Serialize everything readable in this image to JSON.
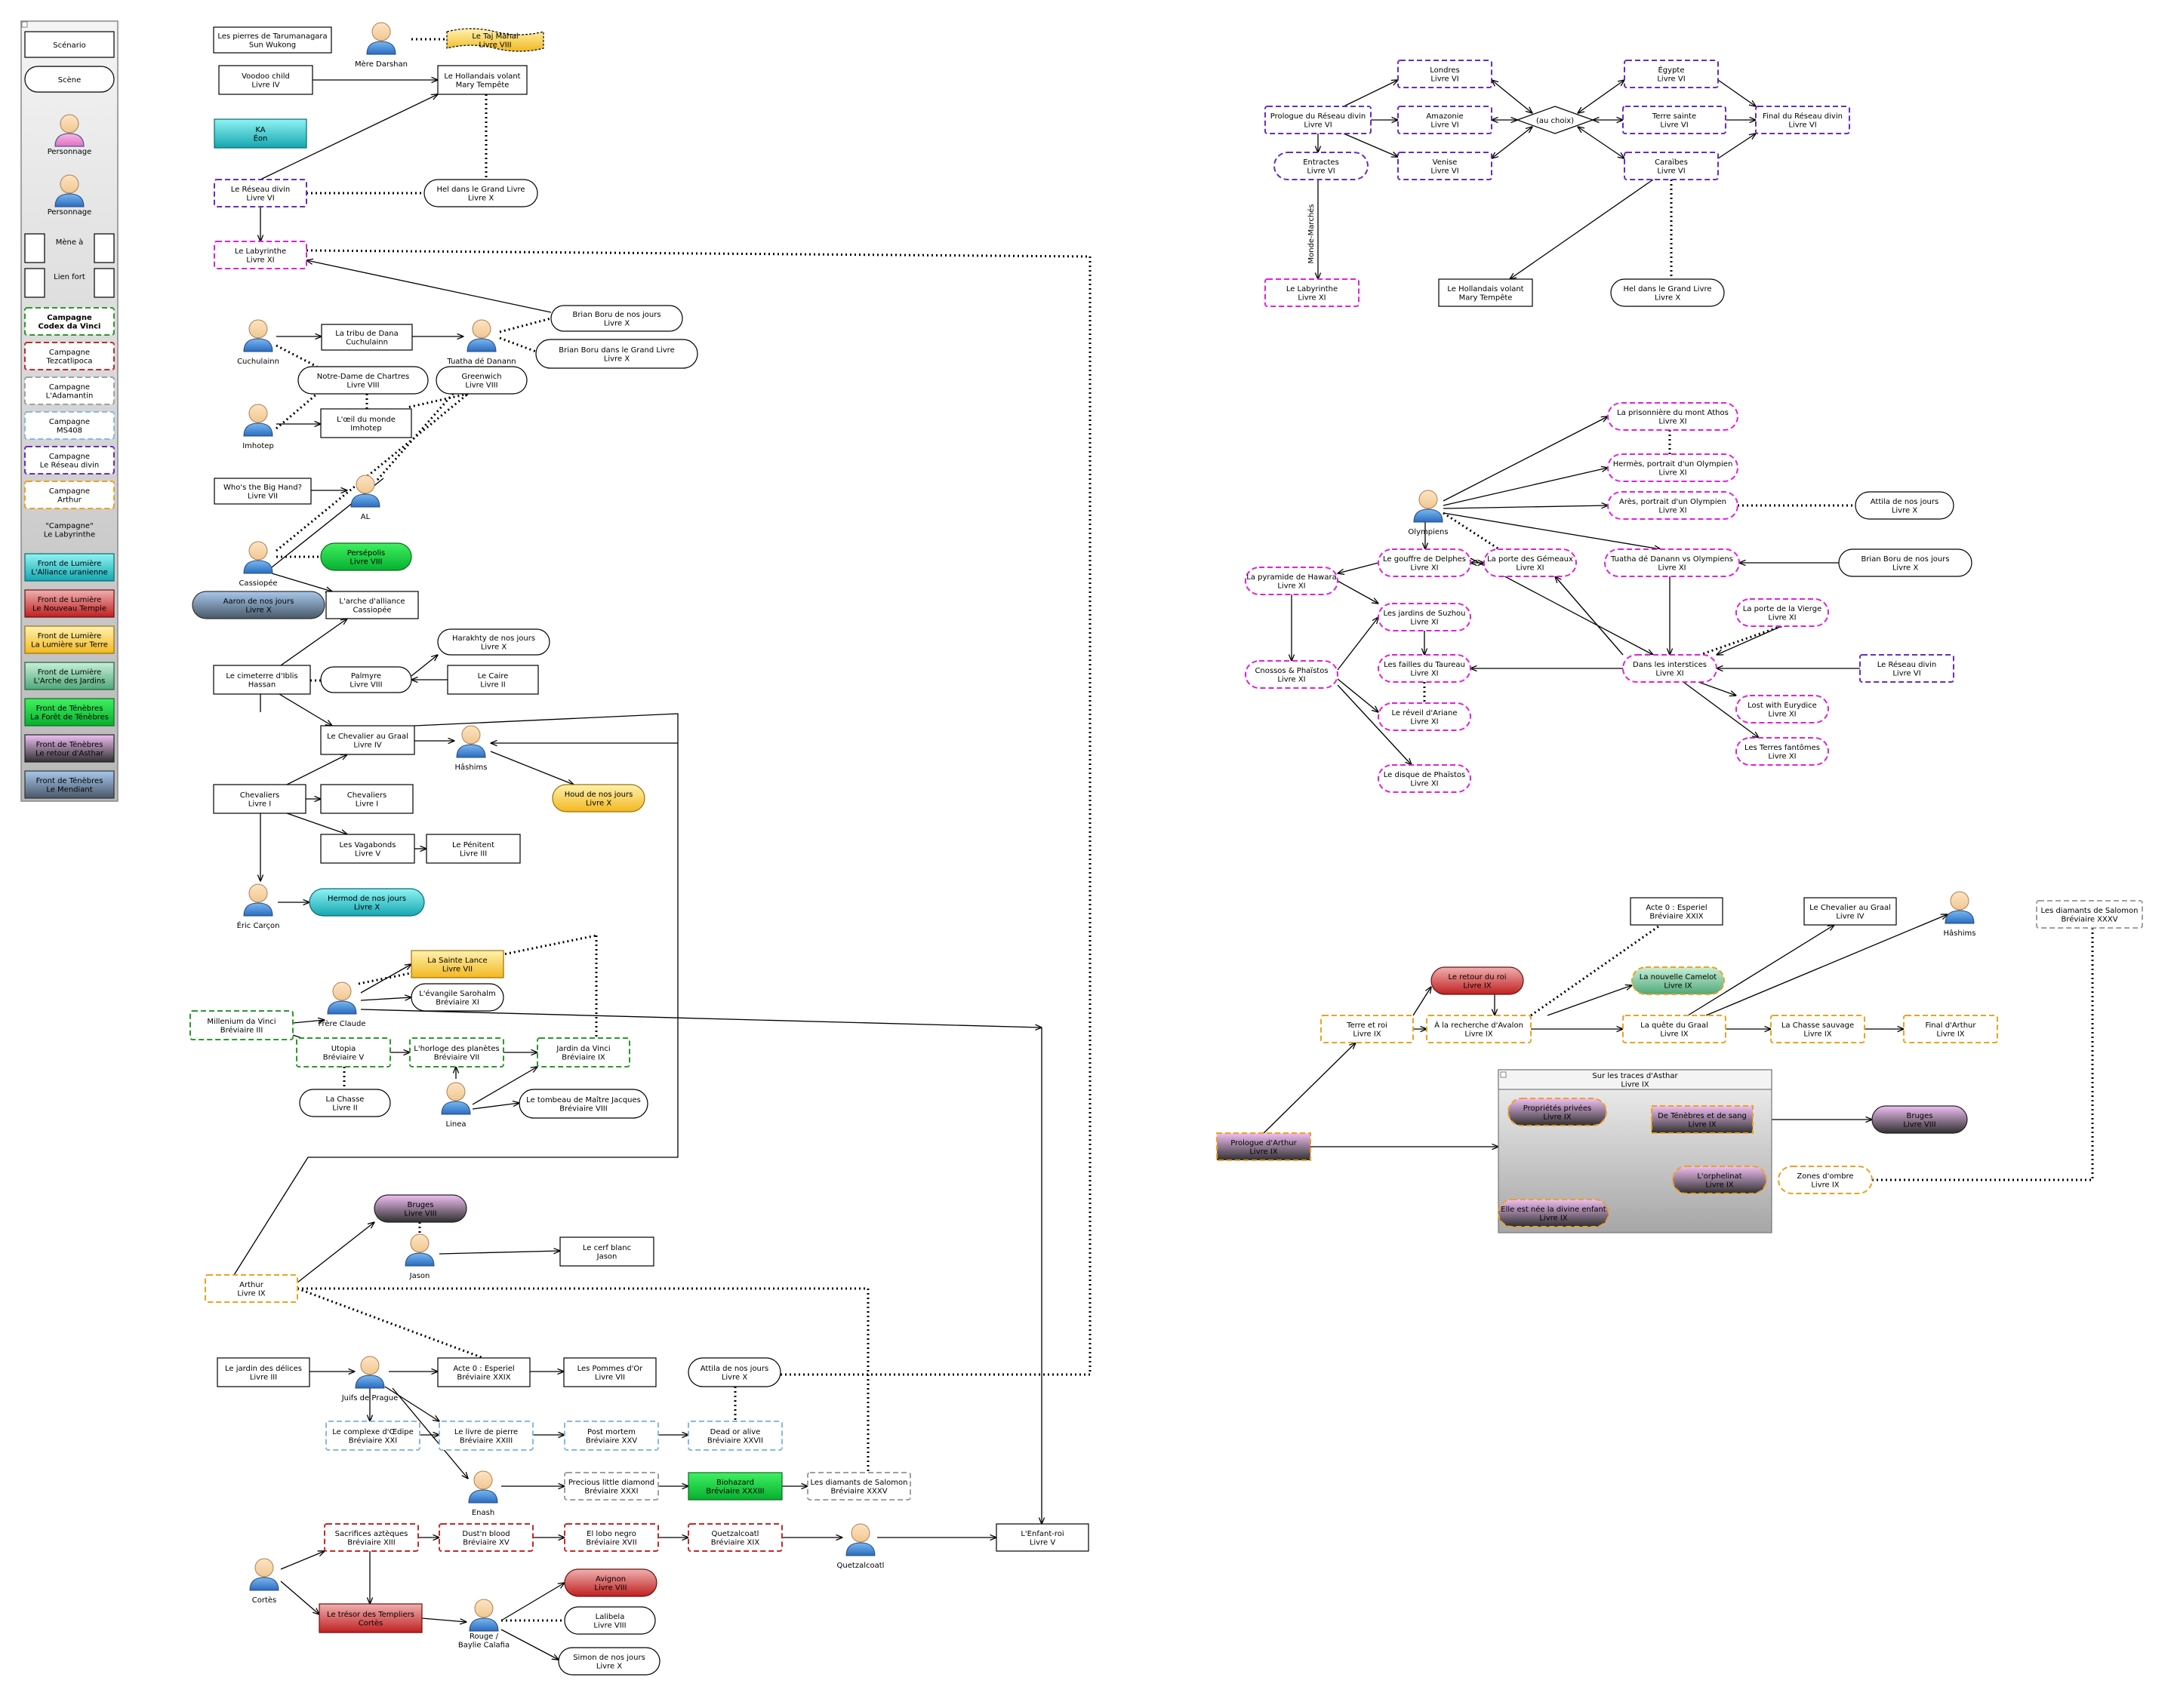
{
  "legend": {
    "items": [
      {
        "label": "Scénario",
        "style": "rect"
      },
      {
        "label": "Scène",
        "style": "round"
      },
      {
        "label": "Personnage",
        "style": "person-pink"
      },
      {
        "label": "Personnage",
        "style": "person-blue"
      },
      {
        "label": "Mène à",
        "style": "arrow"
      },
      {
        "label": "Lien fort",
        "style": "dotted"
      },
      {
        "label": "Campagne\nCodex da Vinci",
        "style": "dash-green"
      },
      {
        "label": "Campagne\nTezcatlipoca",
        "style": "dash-red"
      },
      {
        "label": "Campagne\nL'Adamantin",
        "style": "dash-gray"
      },
      {
        "label": "Campagne\nMS408",
        "style": "dash-lightblue"
      },
      {
        "label": "Campagne\nLe Réseau divin",
        "style": "dash-purple"
      },
      {
        "label": "Campagne\nArthur",
        "style": "dash-orange"
      },
      {
        "label": "\"Campagne\"\nLe Labyrinthe",
        "style": "plain"
      },
      {
        "label": "Front de Lumière\nL'Alliance uranienne",
        "style": "fill-cyan"
      },
      {
        "label": "Front de Lumière\nLe Nouveau Temple",
        "style": "fill-red"
      },
      {
        "label": "Front de Lumière\nLa Lumière sur Terre",
        "style": "fill-yellow"
      },
      {
        "label": "Front de Lumière\nL'Arche des Jardins",
        "style": "fill-teal"
      },
      {
        "label": "Front de Ténèbres\nLa Forêt de Ténèbres",
        "style": "fill-green"
      },
      {
        "label": "Front de Ténèbres\nLe retour d'Asthar",
        "style": "fill-violet"
      },
      {
        "label": "Front de Ténèbres\nLe Mendiant",
        "style": "fill-steel"
      }
    ]
  },
  "colors": {
    "green": "#2a9a2a",
    "red": "#c82828",
    "gray": "#a0a0a0",
    "lightblue": "#8ab8e0",
    "purple": "#6a2ac8",
    "orange": "#f0a020",
    "magenta": "#e020e0"
  },
  "group": {
    "title": "Sur les traces d'Asthar\nLivre IX"
  },
  "nodes": {
    "n1": "Les pierres de Tarumanagara\nSun Wukong",
    "n2": "Le Taj Mahal\nLivre VIII",
    "n3": "Voodoo child\nLivre IV",
    "n4": "Le Hollandais volant\nMary Tempête",
    "n5": "KA\nÉon",
    "n6": "Le Réseau divin\nLivre VI",
    "n7": "Hel dans le Grand Livre\nLivre X",
    "n8": "Le Labyrinthe\nLivre XI",
    "n9": "Brian Boru de nos jours\nLivre X",
    "n10": "Brian Boru dans le Grand Livre\nLivre X",
    "n11": "La tribu de Dana\nCuchulainn",
    "n12": "Notre-Dame de Chartres\nLivre VIII",
    "n13": "Greenwich\nLivre VIII",
    "n14": "L'œil du monde\nImhotep",
    "n15": "Who's the Big Hand?\nLivre VII",
    "n16": "Persépolis\nLivre VIII",
    "n17": "Aaron de nos jours\nLivre X",
    "n18": "L'arche d'alliance\nCassiopée",
    "n19": "Harakhty de nos jours\nLivre X",
    "n20": "Le cimeterre d'Iblis\nHassan",
    "n21": "Palmyre\nLivre VIII",
    "n22": "Le Caire\nLivre II",
    "n23": "Le Chevalier au Graal\nLivre IV",
    "n24": "Houd de nos jours\nLivre X",
    "n25": "Chevaliers\nLivre I",
    "n26": "Chevaliers\nLivre I",
    "n27": "Les Vagabonds\nLivre V",
    "n28": "Le Pénitent\nLivre III",
    "n29": "Hermod de nos jours\nLivre X",
    "n30": "La Sainte Lance\nLivre VII",
    "n31": "L'évangile Sarohalm\nBréviaire XI",
    "n32": "Millenium da Vinci\nBréviaire III",
    "n33": "Utopia\nBréviaire V",
    "n34": "L'horloge des planètes\nBréviaire VII",
    "n35": "Jardin da Vinci\nBréviaire IX",
    "n36": "La Chasse\nLivre II",
    "n37": "Le tombeau de Maître Jacques\nBréviaire VIII",
    "n38": "Bruges\nLivre VIII",
    "n39": "Le cerf blanc\nJason",
    "n40": "Arthur\nLivre IX",
    "n41": "Le jardin des délices\nLivre III",
    "n42": "Acte 0 : Esperiel\nBréviaire XXIX",
    "n43": "Les Pommes d'Or\nLivre VII",
    "n44": "Attila de nos jours\nLivre X",
    "n45": "Le complexe d'Œdipe\nBréviaire XXI",
    "n46": "Le livre de pierre\nBréviaire XXIII",
    "n47": "Post mortem\nBréviaire XXV",
    "n48": "Dead or alive\nBréviaire XXVII",
    "n49": "Precious little diamond\nBréviaire XXXI",
    "n50": "Biohazard\nBréviaire XXXIII",
    "n51": "Les diamants de Salomon\nBréviaire XXXV",
    "n52": "Sacrifices aztèques\nBréviaire XIII",
    "n53": "Dust'n blood\nBréviaire XV",
    "n54": "El lobo negro\nBréviaire XVII",
    "n55": "Quetzalcoatl\nBréviaire XIX",
    "n56": "L'Enfant-roi\nLivre V",
    "n57": "Avignon\nLivre VIII",
    "n58": "Le trésor des Templiers\nCortès",
    "n59": "Lalibela\nLivre VIII",
    "n60": "Simon de nos jours\nLivre X",
    "r1": "Londres\nLivre VI",
    "r2": "Égypte\nLivre VI",
    "r3": "Prologue du Réseau divin\nLivre VI",
    "r4": "Amazonie\nLivre VI",
    "r5": "(au choix)",
    "r6": "Terre sainte\nLivre VI",
    "r7": "Final du Réseau divin\nLivre VI",
    "r8": "Entractes\nLivre VI",
    "r9": "Venise\nLivre VI",
    "r10": "Caraïbes\nLivre VI",
    "r11": "Le Labyrinthe\nLivre XI",
    "r12": "Le Hollandais volant\nMary Tempête",
    "r13": "Hel dans le Grand Livre\nLivre X",
    "r14": "Monde-Marchés",
    "l1": "La prisonnière du mont Athos\nLivre XI",
    "l2": "Hermès, portrait d'un Olympien\nLivre XI",
    "l3": "Arès, portrait d'un Olympien\nLivre XI",
    "l4": "Attila de nos jours\nLivre X",
    "l5": "Le gouffre de Delphes\nLivre XI",
    "l6": "La porte des Gémeaux\nLivre XI",
    "l7": "Tuatha dé Danann vs Olympiens\nLivre XI",
    "l8": "Brian Boru de nos jours\nLivre X",
    "l9": "La pyramide de Hawara\nLivre XI",
    "l10": "Les jardins de Suzhou\nLivre XI",
    "l11": "La porte de la Vierge\nLivre XI",
    "l12": "Les failles du Taureau\nLivre XI",
    "l13": "Cnossos & Phaïstos\nLivre XI",
    "l14": "Dans les interstices\nLivre XI",
    "l15": "Le Réseau divin\nLivre VI",
    "l16": "Le réveil d'Ariane\nLivre XI",
    "l17": "Lost with Eurydice\nLivre XI",
    "l18": "Le disque de Phaïstos\nLivre XI",
    "l19": "Les Terres fantômes\nLivre XI",
    "a1": "Acte 0 : Esperiel\nBréviaire XXIX",
    "a2": "Le Chevalier au Graal\nLivre IV",
    "a3": "Les diamants de Salomon\nBréviaire XXXV",
    "a4": "Le retour du roi\nLivre IX",
    "a5": "La nouvelle Camelot\nLivre IX",
    "a6": "Terre et roi\nLivre IX",
    "a7": "À la recherche d'Avalon\nLivre IX",
    "a8": "La quête du Graal\nLivre IX",
    "a9": "La Chasse sauvage\nLivre IX",
    "a10": "Final d'Arthur\nLivre IX",
    "a11": "Propriétés privées\nLivre IX",
    "a12": "De Ténèbres et de sang\nLivre IX",
    "a13": "Bruges\nLivre VIII",
    "a14": "Prologue d'Arthur\nLivre IX",
    "a15": "L'orphelinat\nLivre IX",
    "a16": "Zones d'ombre\nLivre IX",
    "a17": "Elle est née la divine enfant\nLivre IX"
  },
  "persons": {
    "p1": "Mère Darshan",
    "p2": "Cuchulainn",
    "p3": "Tuatha dé Danann",
    "p4": "Imhotep",
    "p5": "AL",
    "p6": "Cassiopée",
    "p7": "Hâshims",
    "p8": "Éric Carçon",
    "p9": "Frère Claude",
    "p10": "Linea",
    "p11": "Jason",
    "p12": "Juifs de Prague",
    "p13": "Enash",
    "p14": "Quetzalcoatl",
    "p15": "Cortès",
    "p16": "Rouge /\nBaylie Calafia",
    "p17": "Olympiens",
    "p18": "Hâshims"
  }
}
